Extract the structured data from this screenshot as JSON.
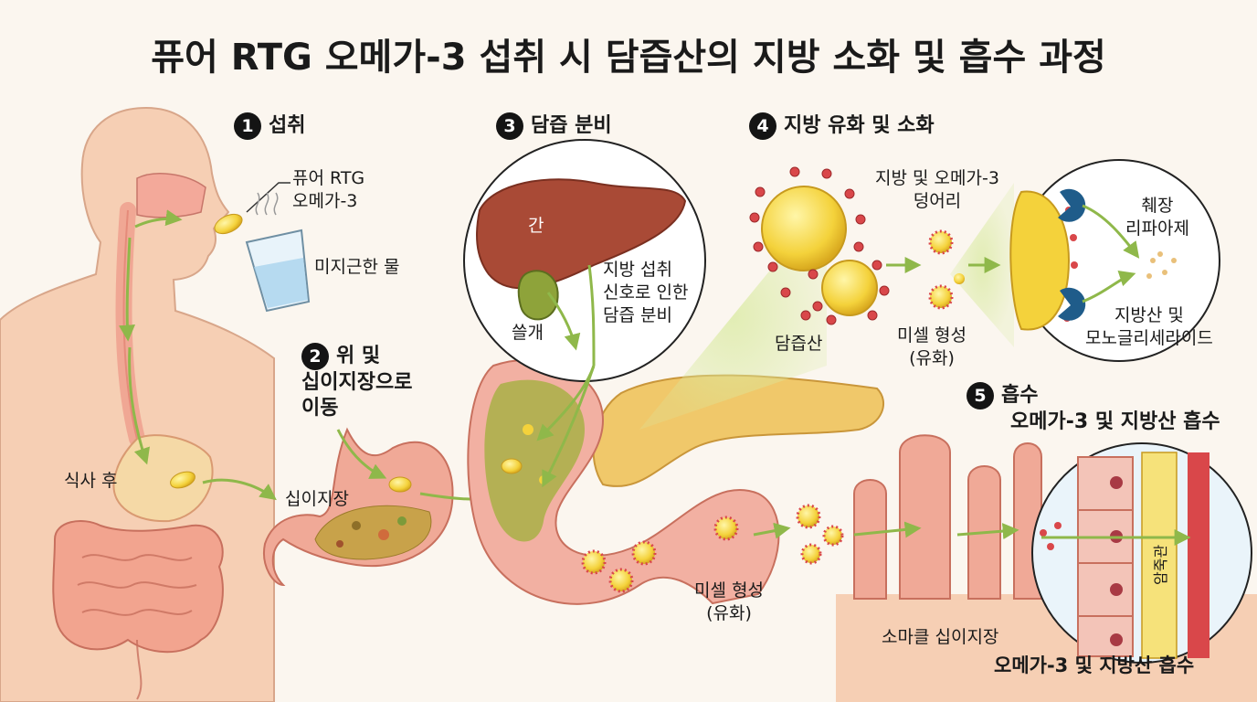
{
  "title": "퓨어 RTG 오메가-3 섭취 시 담즙산의 지방 소화 및 흡수 과정",
  "steps": {
    "s1": {
      "num": "1",
      "label": "섭취"
    },
    "s2": {
      "num": "2",
      "label": "위 및",
      "line2": "십이지장으로",
      "line3": "이동"
    },
    "s3": {
      "num": "3",
      "label": "담즙 분비"
    },
    "s4": {
      "num": "4",
      "label": "지방 유화 및 소화"
    },
    "s5": {
      "num": "5",
      "label": "흡수",
      "line2": "오메가-3 및 지방산 흡수"
    }
  },
  "labels": {
    "capsule_line1": "퓨어 RTG",
    "capsule_line2": "오메가-3",
    "water": "미지근한 물",
    "after_meal": "식사 후",
    "duodenum": "십이지장",
    "liver": "간",
    "gallbladder": "쓸개",
    "bile_signal_1": "지방 섭취",
    "bile_signal_2": "신호로 인한",
    "bile_signal_3": "담즙 분비",
    "fat_cluster_1": "지방 및 오메가-3",
    "fat_cluster_2": "덩어리",
    "bile_acid": "담즙산",
    "micelle_top_1": "미셀 형성",
    "micelle_top_2": "(유화)",
    "lipase_1": "췌장",
    "lipase_2": "리파아제",
    "products_1": "지방산 및",
    "products_2": "모노글리세라이드",
    "micelle_bottom_1": "미셀 형성",
    "micelle_bottom_2": "(유화)",
    "small_intestine": "소마클 십이지장",
    "lymph": "암죽관",
    "bottom_absorb": "오메가-3 및 지방산 흡수"
  },
  "colors": {
    "skin": "#f6cfb4",
    "organ_pink": "#ef9b8b",
    "liver": "#a94a36",
    "gallbladder": "#8ea33a",
    "fat_yellow": "#f4d23b",
    "bile_red": "#d9474a",
    "arrow_green": "#8fb84a",
    "pancreas": "#f0c86a",
    "lipase_blue": "#1f5c8a"
  },
  "icons": [
    "capsule-icon",
    "water-glass-icon",
    "liver-icon",
    "gallbladder-icon",
    "fat-droplet-icon",
    "micelle-icon",
    "lipase-enzyme-icon",
    "villi-icon",
    "arrow-icon"
  ]
}
